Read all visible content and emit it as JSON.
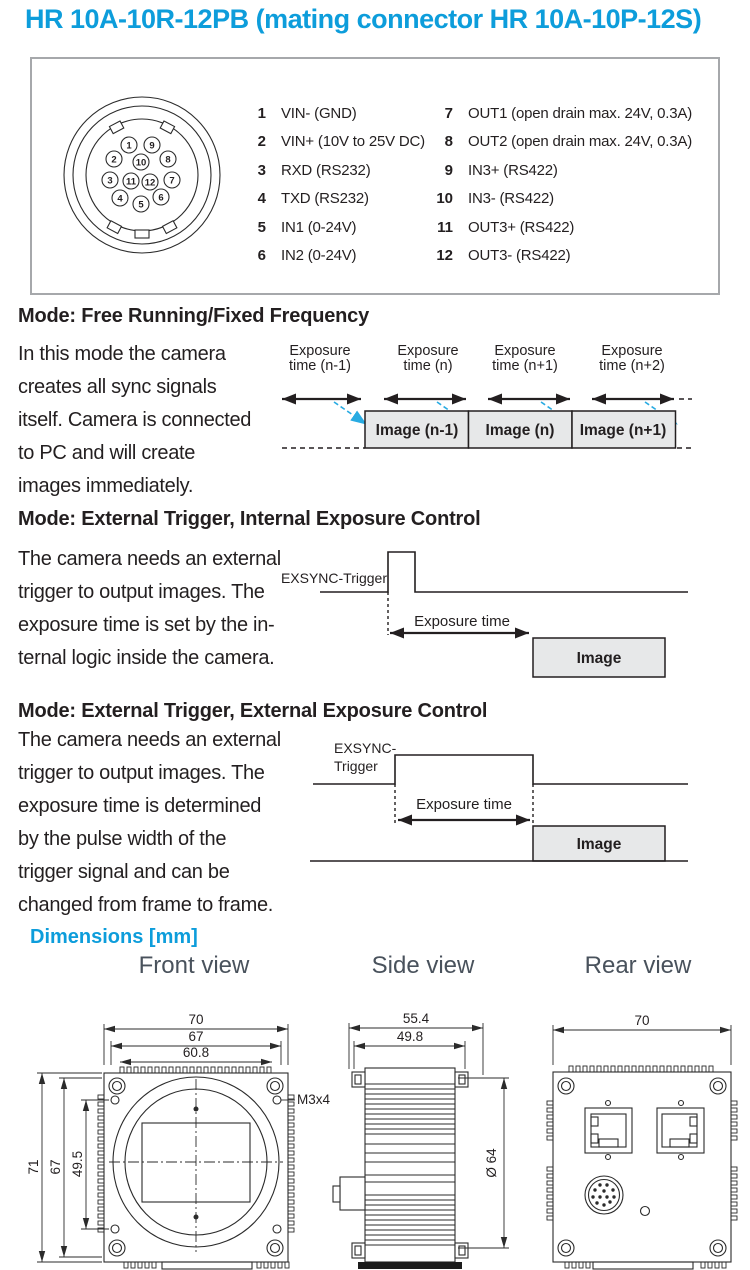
{
  "colors": {
    "accent": "#0d9ddb",
    "cyan": "#29abe2",
    "ink": "#231f20"
  },
  "title": "HR 10A-10R-12PB (mating connector HR 10A-10P-12S)",
  "connector_box": {
    "diagram_pins": [
      "1",
      "9",
      "2",
      "10",
      "8",
      "3",
      "11",
      "12",
      "7",
      "4",
      "6",
      "5"
    ],
    "pins_left": [
      {
        "num": "1",
        "label": "VIN- (GND)"
      },
      {
        "num": "2",
        "label": "VIN+ (10V to 25V DC)"
      },
      {
        "num": "3",
        "label": "RXD (RS232)"
      },
      {
        "num": "4",
        "label": "TXD (RS232)"
      },
      {
        "num": "5",
        "label": "IN1 (0-24V)"
      },
      {
        "num": "6",
        "label": "IN2 (0-24V)"
      }
    ],
    "pins_right": [
      {
        "num": "7",
        "label": "OUT1 (open drain max. 24V, 0.3A)"
      },
      {
        "num": "8",
        "label": "OUT2 (open drain max. 24V, 0.3A)"
      },
      {
        "num": "9",
        "label": "IN3+ (RS422)"
      },
      {
        "num": "10",
        "label": "IN3- (RS422)"
      },
      {
        "num": "11",
        "label": "OUT3+ (RS422)"
      },
      {
        "num": "12",
        "label": "OUT3- (RS422)"
      }
    ]
  },
  "sections": [
    {
      "heading": "Mode: Free Running/Fixed Frequency",
      "lines": [
        "In this mode the camera",
        "creates all sync signals",
        "itself. Camera is connected",
        "to PC and will create",
        "images immediately."
      ]
    },
    {
      "heading": "Mode: External Trigger, Internal Exposure Control",
      "lines": [
        "The camera needs an external",
        "trigger to output images. The",
        "exposure time is set by the in-",
        "ternal logic inside the camera."
      ]
    },
    {
      "heading": "Mode: External Trigger, External Exposure Control",
      "lines": [
        "The camera needs an external",
        "trigger to output images. The",
        "exposure time is determined",
        "by the pulse width of the",
        "trigger signal and can be",
        "changed from frame to frame."
      ]
    }
  ],
  "diagram_free_running": {
    "exposure_l1": [
      "Exposure",
      "Exposure",
      "Exposure",
      "Exposure"
    ],
    "exposure_l2": [
      "time (n-1)",
      "time (n)",
      "time (n+1)",
      "time (n+2)"
    ],
    "image_labels": [
      "Image (n-1)",
      "Image (n)",
      "Image (n+1)"
    ]
  },
  "diagram_internal": {
    "signal": "EXSYNC-Trigger",
    "exposure": "Exposure time",
    "image": "Image"
  },
  "diagram_external": {
    "signal_l1": "EXSYNC-",
    "signal_l2": "Trigger",
    "exposure": "Exposure time",
    "image": "Image"
  },
  "dimensions": {
    "heading": "Dimensions [mm]",
    "view_labels": [
      "Front view",
      "Side view",
      "Rear view"
    ],
    "front": {
      "w1": "70",
      "w2": "67",
      "w3": "60.8",
      "h1": "71",
      "h2": "67",
      "h3": "49.5",
      "thread": "M3x4"
    },
    "side": {
      "w1": "55.4",
      "w2": "49.8",
      "dia": "Ø 64"
    },
    "rear": {
      "w1": "70"
    }
  }
}
